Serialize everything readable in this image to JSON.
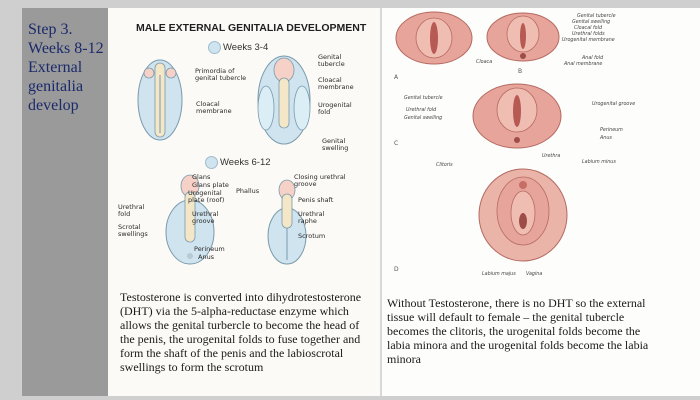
{
  "sidebar": {
    "step_text": "Step 3. Weeks 8-12 External genitalia develop"
  },
  "left": {
    "title": "MALE EXTERNAL GENITALIA DEVELOPMENT",
    "weeks_3_4": "Weeks 3-4",
    "weeks_6_12": "Weeks 6-12",
    "labels": {
      "primordia": "Primordia of genital tubercle",
      "cloacal_membrane": "Cloacal membrane",
      "genital_tubercle": "Genital tubercle",
      "cloacal_membrane2": "Cloacal membrane",
      "urogenital_fold": "Urogenital fold",
      "genital_swelling": "Genital swelling",
      "glans": "Glans",
      "glans_plate": "Glans plate",
      "urogenital_plate": "Urogenital plate (roof)",
      "phallus": "Phallus",
      "urethral_fold": "Urethral fold",
      "scrotal_swellings": "Scrotal swellings",
      "urethral_groove": "Urethral groove",
      "perineum": "Perineum",
      "anus": "Anus",
      "closing_urethral_groove": "Closing urethral groove",
      "penis_shaft": "Penis shaft",
      "urethral_raphe": "Urethral raphe",
      "scrotum": "Scrotum"
    },
    "caption": "Testosterone is converted into dihydrotestosterone (DHT) via the 5-alpha-reductase enzyme which allows the genital turbercle to become the head of the penis, the urogenital folds to fuse together and form the shaft of the penis and the labioscrotal swellings to form the scrotum"
  },
  "right": {
    "labels": {
      "genital_tubercle": "Genital tubercle",
      "genital_swelling": "Genital swelling",
      "cloacal_fold": "Cloacal fold",
      "urethral_folds": "Urethral folds",
      "urogenital_membrane": "Urogenital membrane",
      "cloaca": "Cloaca",
      "anal_fold": "Anal fold",
      "anal_membrane": "Anal membrane",
      "genital_tubercle_b": "Genital tubercle",
      "urethral_fold_b": "Urethral fold",
      "genital_swelling_b": "Genital swelling",
      "urogenital_groove": "Urogenital groove",
      "perineum": "Perineum",
      "anus": "Anus",
      "clitoris": "Clitoris",
      "urethra": "Urethra",
      "labium_minus": "Labium minus",
      "labium_majus": "Labium majus",
      "vagina": "Vagina"
    },
    "letters": {
      "a": "A",
      "b": "B",
      "c": "C",
      "d": "D"
    },
    "caption": "Without Testosterone, there is no DHT so the external tissue will default to female – the genital tubercle becomes the clitoris, the urogenital folds become the labia minora and the urogenital folds become the labia minora"
  },
  "colors": {
    "sidebar": "#9a9a9a",
    "sidebar_text": "#1b2a6b",
    "diagram_blue": "#cfe4ef",
    "diagram_pink": "#e7a49a"
  }
}
